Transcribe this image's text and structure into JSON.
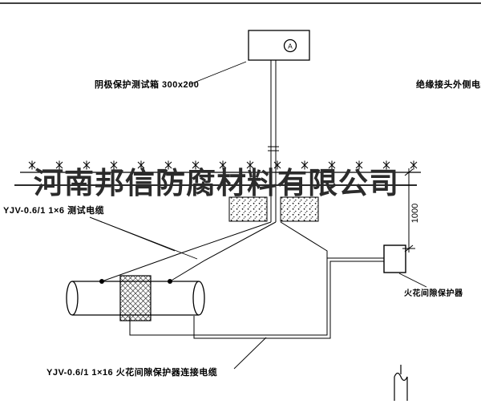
{
  "labels": {
    "test_box": "阴极保护测试箱 300x200",
    "right_cable": "绝缘接头外侧电缆",
    "test_cable": "YJV-0.6/1  1×6  测试电缆",
    "spark_gap": "火花间隙保护器",
    "connect_cable": "YJV-0.6/1  1×16  火花间隙保护器连接电缆",
    "meter": "A",
    "dim": "1000"
  },
  "watermark": {
    "text": "河南邦信防腐材料有限公司"
  },
  "colors": {
    "line": "#000000",
    "watermark": "#2b2b2b",
    "background": "#ffffff"
  }
}
